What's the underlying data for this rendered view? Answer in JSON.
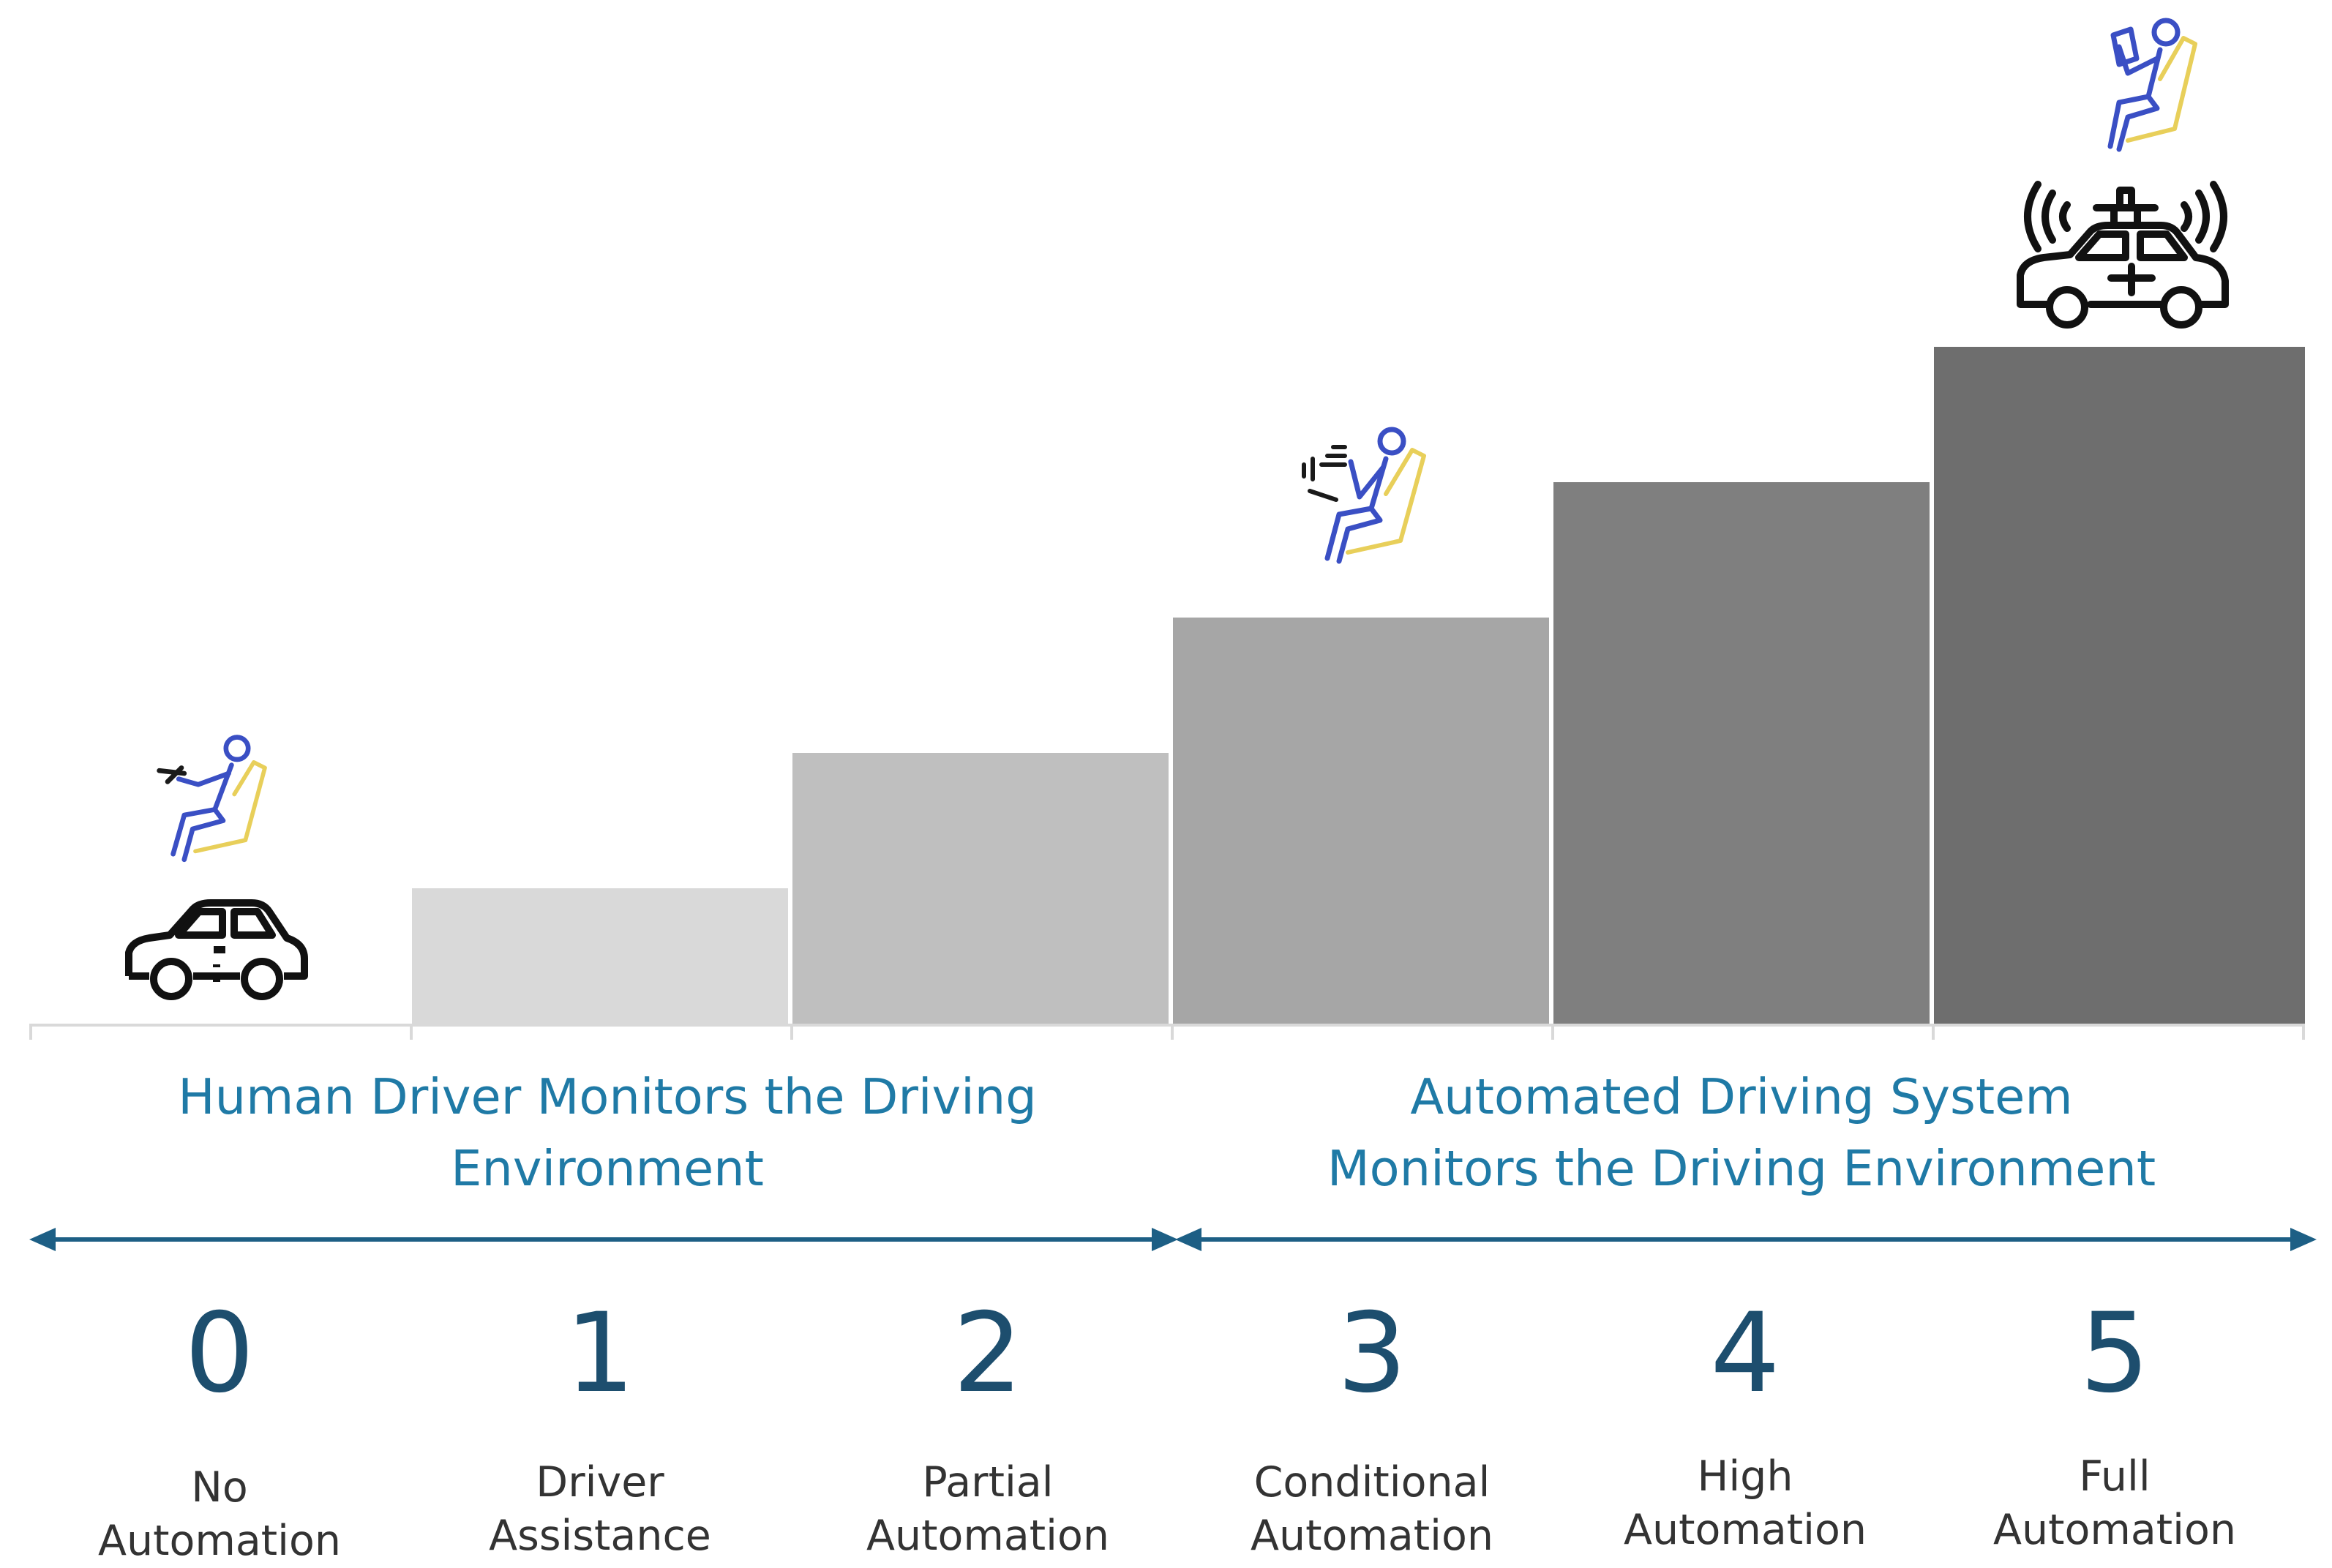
{
  "bands": [
    {
      "label_line1": "Human Driver Monitors the Driving",
      "label_line2": "Environment"
    },
    {
      "label_line1": "Automated Driving System",
      "label_line2": "Monitors the Driving Environment"
    }
  ],
  "levels": [
    {
      "number": "0",
      "name_line1": "No",
      "name_line2": "Automation",
      "step": 0,
      "color": "#ffffff"
    },
    {
      "number": "1",
      "name_line1": "Driver",
      "name_line2": "Assistance",
      "step": 1,
      "color": "#d9d9d9"
    },
    {
      "number": "2",
      "name_line1": "Partial",
      "name_line2": "Automation",
      "step": 2,
      "color": "#bfbfbf"
    },
    {
      "number": "3",
      "name_line1": "Conditional",
      "name_line2": "Automation",
      "step": 3,
      "color": "#a6a6a6"
    },
    {
      "number": "4",
      "name_line1": "High",
      "name_line2": "Automation",
      "step": 4,
      "color": "#7f7f7f"
    },
    {
      "number": "5",
      "name_line1": "Full",
      "name_line2": "Automation",
      "step": 5,
      "color": "#6e6e6e"
    }
  ],
  "colors": {
    "accent": "#1f7aa6",
    "arrow": "#1d5f85",
    "number": "#1d4e6e"
  },
  "icons": [
    "car-icon",
    "driver-steering-icon",
    "driver-hands-free-icon",
    "autonomous-car-icon",
    "passenger-reading-icon"
  ]
}
